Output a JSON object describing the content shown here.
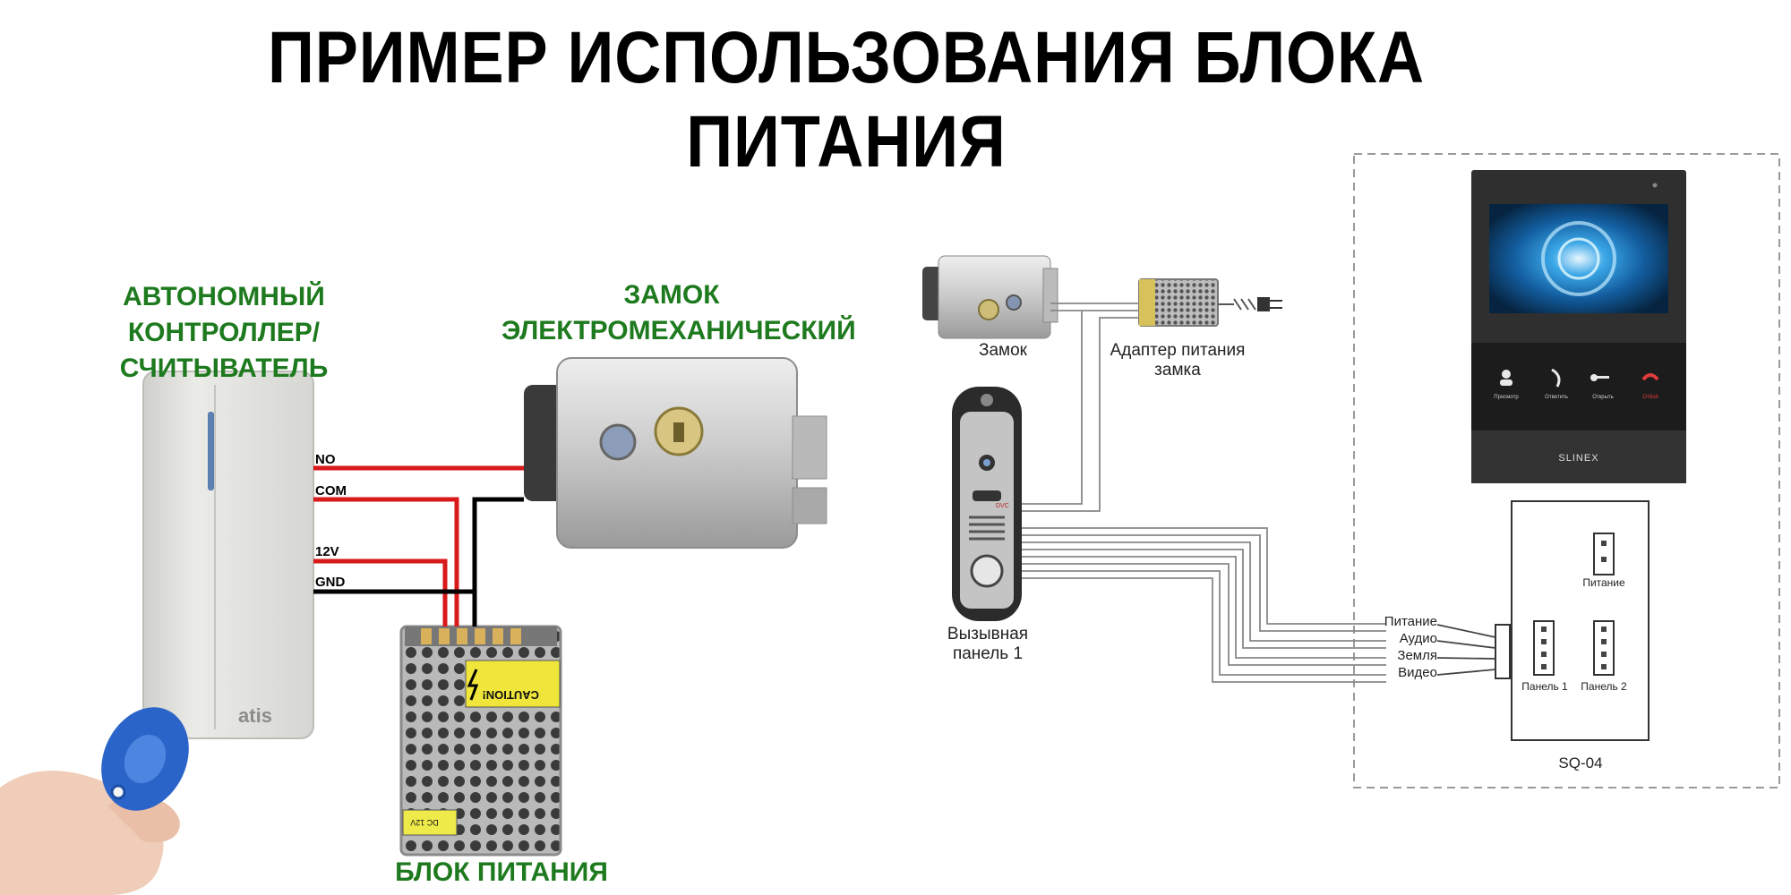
{
  "title": "ПРИМЕР ИСПОЛЬЗОВАНИЯ БЛОКА ПИТАНИЯ",
  "left_diagram": {
    "controller_label": [
      "АВТОНОМНЫЙ",
      "КОНТРОЛЛЕР/СЧИТЫВАТЕЛЬ"
    ],
    "lock_label": [
      "ЗАМОК",
      "ЭЛЕКТРОМЕХАНИЧЕСКИЙ"
    ],
    "psu_label": "БЛОК ПИТАНИЯ",
    "wire_labels": [
      "NO",
      "COM",
      "12V",
      "GND"
    ],
    "brand_mark": "atis",
    "psu_sticker": "CAUTION!",
    "psu_marking": "DC 12V"
  },
  "right_diagram": {
    "lock_caption": "Замок",
    "adapter_caption": [
      "Адаптер питания",
      "замка"
    ],
    "panel_caption": [
      "Вызывная",
      "панель 1"
    ],
    "signal_labels": [
      "Питание",
      "Аудио",
      "Земля",
      "Видео"
    ],
    "connector_labels": {
      "power": "Питание",
      "panel1": "Панель 1",
      "panel2": "Панель 2"
    },
    "model": "SQ-04",
    "monitor_brand": "SLINEX",
    "monitor_buttons": [
      "Просмотр",
      "Ответить",
      "Открыть",
      "Отбой"
    ],
    "panel_brand": "DVC"
  },
  "colors": {
    "green_label": "#1e7a1e",
    "wire_red": "#d91a1a",
    "wire_black": "#000000",
    "diagram_wire": "#888888"
  }
}
